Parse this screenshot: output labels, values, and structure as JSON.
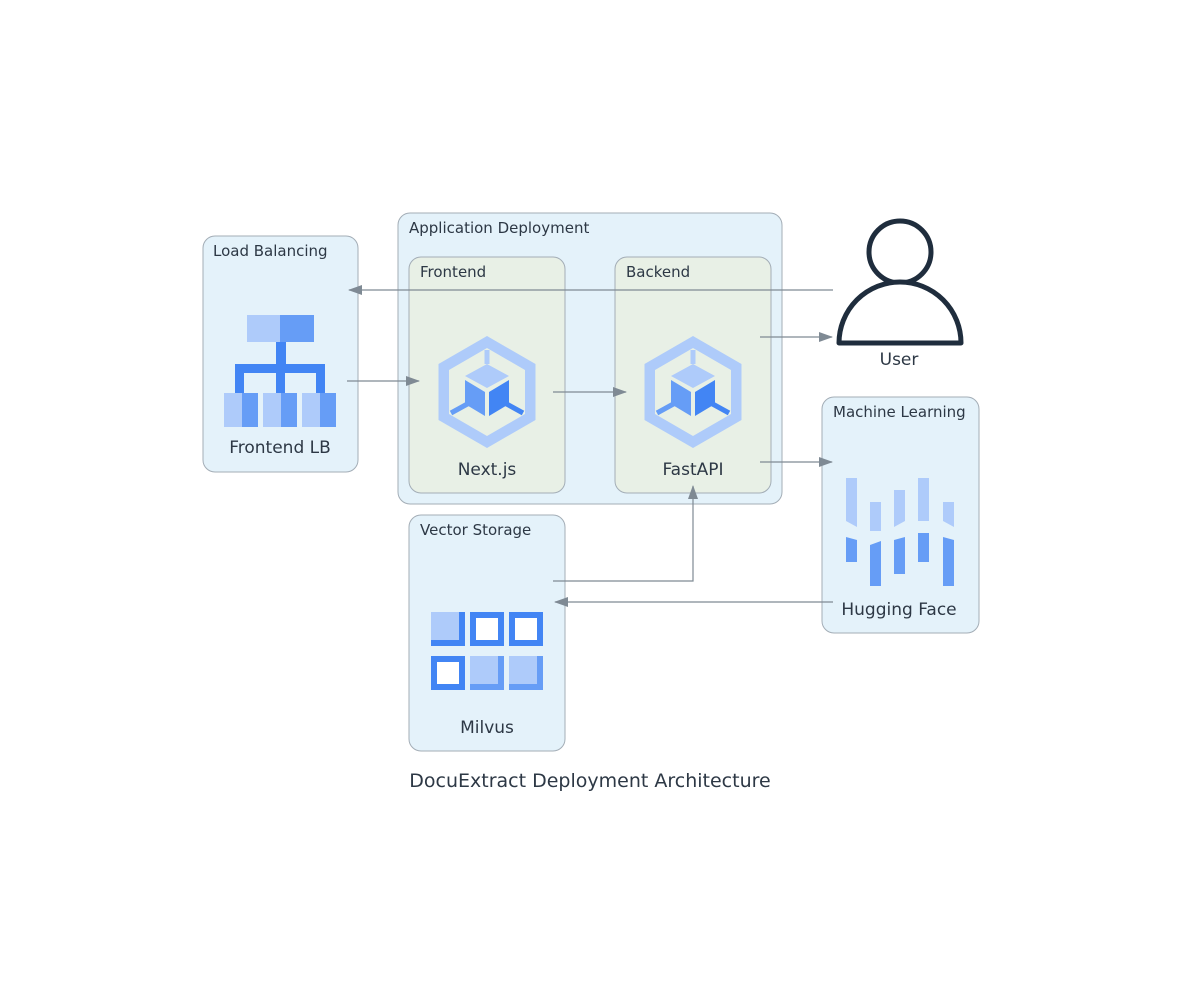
{
  "diagram": {
    "title": "DocuExtract Deployment Architecture",
    "clusters": {
      "load_balancing": "Load Balancing",
      "app_deployment": "Application Deployment",
      "frontend": "Frontend",
      "backend": "Backend",
      "vector_storage": "Vector Storage",
      "machine_learning": "Machine Learning"
    },
    "nodes": {
      "frontend_lb": "Frontend LB",
      "nextjs": "Next.js",
      "fastapi": "FastAPI",
      "milvus": "Milvus",
      "hugging_face": "Hugging Face",
      "user": "User"
    },
    "icons": {
      "frontend_lb": "load-balancer-icon",
      "nextjs": "kubernetes-cube-icon",
      "fastapi": "kubernetes-cube-icon",
      "milvus": "storage-grid-icon",
      "hugging_face": "ml-bars-icon",
      "user": "user-icon"
    },
    "edges": [
      {
        "from": "User",
        "to": "Frontend LB"
      },
      {
        "from": "Frontend LB",
        "to": "Next.js"
      },
      {
        "from": "Next.js",
        "to": "FastAPI"
      },
      {
        "from": "FastAPI",
        "to": "User"
      },
      {
        "from": "FastAPI",
        "to": "Hugging Face"
      },
      {
        "from": "Hugging Face",
        "to": "Milvus"
      },
      {
        "from": "Milvus",
        "to": "FastAPI"
      }
    ],
    "colors": {
      "cluster_fill": "#e4f2fa",
      "inner_cluster_fill": "#e8f0e6",
      "icon_light": "#aecbfa",
      "icon_dark": "#4285f4",
      "icon_mid": "#669df6",
      "edge": "#7f8a94",
      "user_stroke": "#1f2d3d"
    }
  }
}
